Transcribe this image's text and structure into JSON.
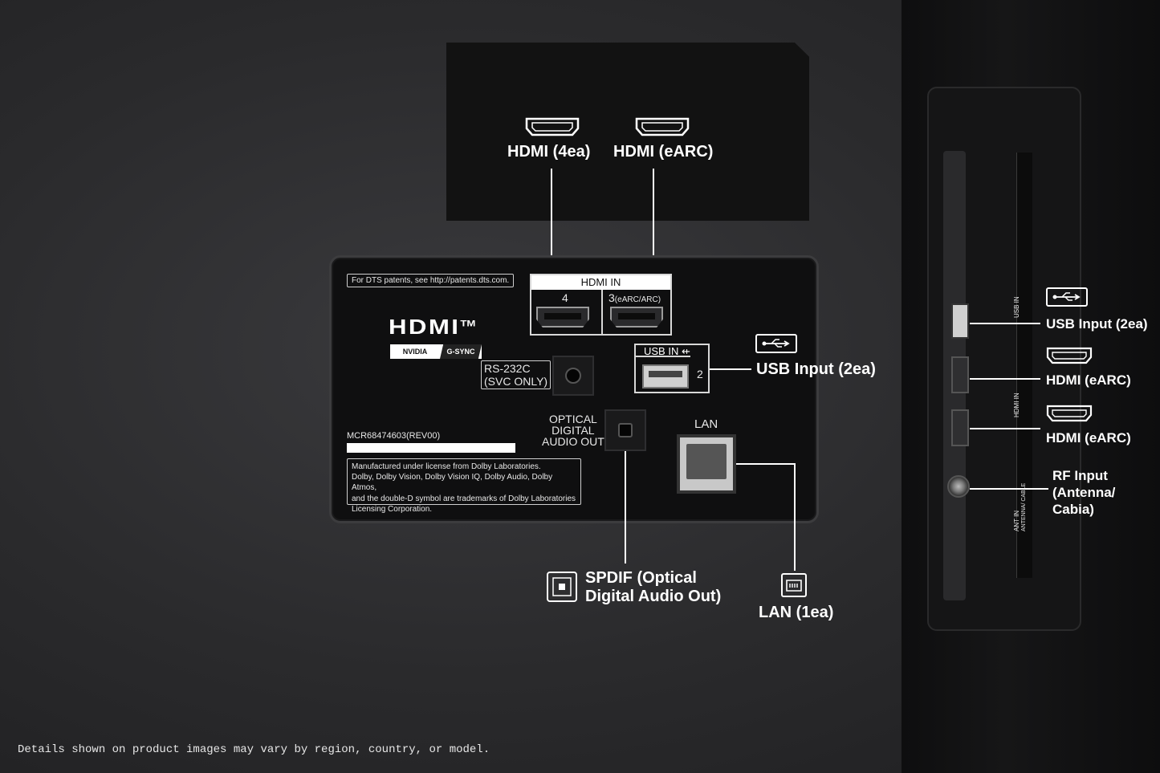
{
  "callouts": {
    "hdmi_4ea": "HDMI (4ea)",
    "hdmi_earc_top": "HDMI (eARC)",
    "usb_input_main": "USB Input (2ea)",
    "spdif_line1": "SPDIF (Optical",
    "spdif_line2": "Digital Audio Out)",
    "lan_1ea": "LAN (1ea)",
    "side_usb": "USB Input (2ea)",
    "side_hdmi_1": "HDMI (eARC)",
    "side_hdmi_2": "HDMI (eARC)",
    "rf_line1": "RF Input",
    "rf_line2": "(Antenna/",
    "rf_line3": "Cabia)"
  },
  "panel": {
    "dts_notice": "For DTS patents, see http://patents.dts.com.",
    "hdmi_logo": "HDMI",
    "hdmi_tm": "TM",
    "nvidia": "NVIDIA",
    "gsync": "G-SYNC",
    "hdmi_in_header": "HDMI IN",
    "hdmi_port4": "4",
    "hdmi_port3": "3",
    "hdmi_port3_note": "(eARC/ARC)",
    "rs232_line1": "RS-232C",
    "rs232_line2": "(SVC ONLY)",
    "usb_in_header": "USB IN",
    "usb_port_num": "2",
    "optical_line1": "OPTICAL",
    "optical_line2": "DIGITAL",
    "optical_line3": "AUDIO OUT",
    "lan_label": "LAN",
    "model_code": "MCR68474603(REV00)",
    "dolby_line1": "Manufactured under license from Dolby Laboratories.",
    "dolby_line2": "Dolby, Dolby Vision, Dolby Vision IQ, Dolby Audio, Dolby Atmos,",
    "dolby_line3": "and the double-D symbol are trademarks of Dolby Laboratories",
    "dolby_line4": "Licensing Corporation."
  },
  "side_labels": {
    "usb_in": "USB IN",
    "hdmi_in": "HDMI IN",
    "ant_in": "ANT IN",
    "antenna_cable": "ANTENNA/ CABLE"
  },
  "disclaimer": "Details shown on product images may vary by region, country, or model.",
  "colors": {
    "background": "#2c2c2e",
    "panel": "#0f0f10",
    "text": "#ffffff"
  },
  "icons": [
    "hdmi-icon",
    "usb-icon",
    "optical-audio-icon",
    "lan-icon"
  ]
}
